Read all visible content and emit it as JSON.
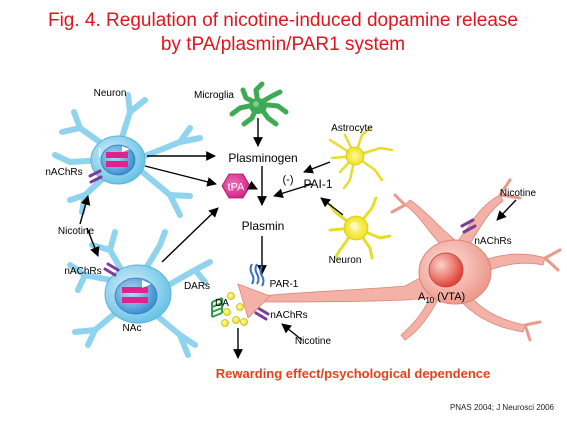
{
  "title": {
    "line1": "Fig. 4.  Regulation of nicotine-induced dopamine release",
    "line2": "by tPA/plasmin/PAR1 system"
  },
  "labels": {
    "neuron_top": "Neuron",
    "microglia": "Microglia",
    "astrocyte": "Astrocyte",
    "plasminogen": "Plasminogen",
    "tpa": "tPA",
    "inhibition": "(-)",
    "pai1": "PAI-1",
    "nachrs_left_top": "nAChRs",
    "nicotine_left": "Nicotine",
    "nachrs_left_bottom": "nAChRs",
    "plasmin": "Plasmin",
    "neuron_mid": "Neuron",
    "nicotine_right": "Nicotine",
    "nachrs_right": "nAChRs",
    "a10_vta_prefix": "A",
    "a10_vta_sub": "10",
    "a10_vta_suffix": " (VTA)",
    "par1": "PAR-1",
    "dars": "DARs",
    "da": "DA",
    "nachrs_terminal": "nAChRs",
    "nac": "NAc",
    "nicotine_bottom": "Nicotine",
    "outcome": "Rewarding effect/psychological dependence",
    "citation": "PNAS 2004; J Neurosci 2006"
  },
  "colors": {
    "title": "#e0141e",
    "outcome": "#e8401c",
    "neuron_blue": "#8fd3ee",
    "vta_red": "#f3b1a8",
    "tpa_magenta": "#e0228c",
    "par1_blue": "#3a6fc4",
    "nachr_purple": "#7a3d98",
    "dopamine": "#f2e21a",
    "microglia_green": "#3faa55",
    "astrocyte_yellow": "#f5ee3a"
  }
}
